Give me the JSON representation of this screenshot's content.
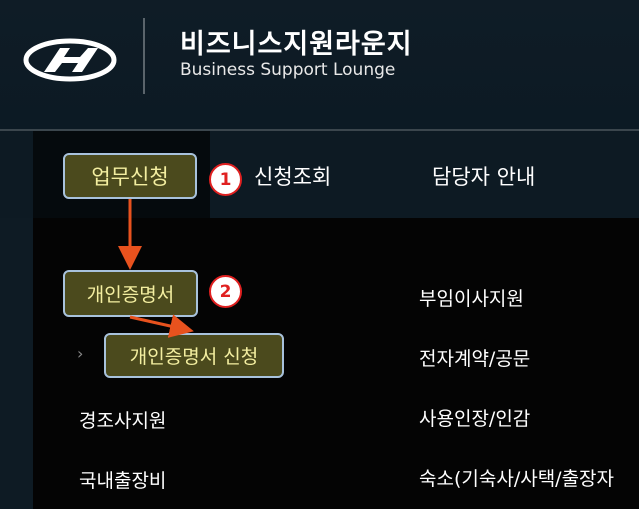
{
  "header": {
    "title_ko": "비즈니스지원라운지",
    "title_en": "Business Support Lounge",
    "logo": "hyundai-logo"
  },
  "nav": {
    "tabs": [
      {
        "label": "업무신청",
        "active": true
      },
      {
        "label": "신청조회"
      },
      {
        "label": "담당자 안내"
      }
    ]
  },
  "menu": {
    "col1": [
      "개인증명서",
      "개인증명서 신청",
      "경조사지원",
      "국내출장비"
    ],
    "col2": [
      "부임이사지원",
      "전자계약/공문",
      "사용인장/인감",
      "숙소(기숙사/사택/출장자"
    ]
  },
  "annotations": {
    "step1": "1",
    "step2": "2",
    "highlight_border": "#a8c2dc",
    "highlight_fill": "#4b4a1d",
    "arrow_color": "#e8521e",
    "badge_color": "#e02020"
  }
}
